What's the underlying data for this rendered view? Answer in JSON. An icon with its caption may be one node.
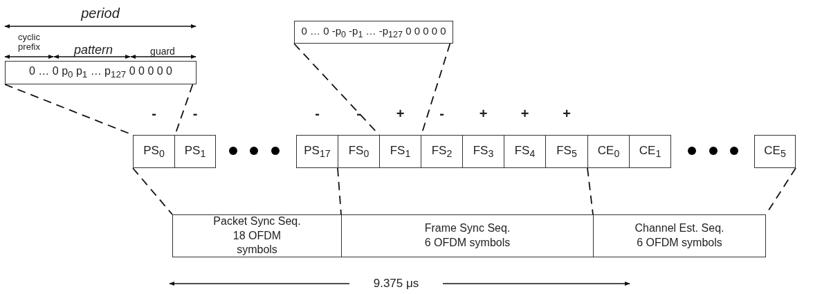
{
  "diagram": {
    "nodes": [
      {
        "text": [
          "0 … 0 p$_{0}$ p$_{1}$ … p$_{127}$ 0 0 0 0 0"
        ]
      },
      {
        "text": [
          "0 … 0 -p$_{0}$ -p$_{1}$ … -p$_{127}$ 0 0 0 0 0"
        ]
      },
      {
        "text": [
          "PS$_{0}$"
        ],
        "beside": [
          "-"
        ]
      },
      {
        "text": [
          "PS$_{1}$"
        ],
        "beside": [
          "-"
        ]
      },
      {
        "text": [
          "PS$_{17}$"
        ],
        "beside": [
          "-"
        ]
      },
      {
        "text": [
          "FS$_{0}$"
        ],
        "beside": [
          "-"
        ]
      },
      {
        "text": [
          "FS$_{1}$"
        ],
        "beside": [
          "+"
        ]
      },
      {
        "text": [
          "FS$_{2}$"
        ],
        "beside": [
          "-"
        ]
      },
      {
        "text": [
          "FS$_{3}$"
        ],
        "beside": [
          "+"
        ]
      },
      {
        "text": [
          "FS$_{4}$"
        ],
        "beside": [
          "+"
        ]
      },
      {
        "text": [
          "FS$_{5}$"
        ],
        "beside": [
          "+"
        ]
      },
      {
        "text": [
          "CE$_{0}$"
        ]
      },
      {
        "text": [
          "CE$_{1}$"
        ]
      },
      {
        "text": [
          "CE$_{5}$"
        ]
      },
      {
        "text": [
          "Packet Sync Seq. 18 OFDM symbols"
        ]
      },
      {
        "text": [
          "Frame Sync Seq. 6 OFDM symbols"
        ]
      },
      {
        "text": [
          "Channel Est. Seq. 6 OFDM symbols"
        ]
      }
    ],
    "edges": [
      {
        "from": 0,
        "to": 2,
        "arrow": "none",
        "style": "dashed"
      },
      {
        "from": 0,
        "to": 2,
        "arrow": "none",
        "style": "dashed"
      },
      {
        "from": 1,
        "to": 6,
        "arrow": "none",
        "style": "dashed"
      },
      {
        "from": 1,
        "to": 6,
        "arrow": "none",
        "style": "dashed"
      },
      {
        "from": 2,
        "to": 14,
        "arrow": "none",
        "style": "dashed"
      },
      {
        "from": 5,
        "to": 15,
        "arrow": "none",
        "style": "dashed"
      },
      {
        "from": 11,
        "to": 16,
        "arrow": "none",
        "style": "dashed"
      },
      {
        "from": 13,
        "to": 16,
        "arrow": "none",
        "style": "dashed"
      }
    ],
    "labels": [
      "period",
      "cyclic prefix",
      "pattern",
      "guard",
      "9.375 μs"
    ]
  }
}
